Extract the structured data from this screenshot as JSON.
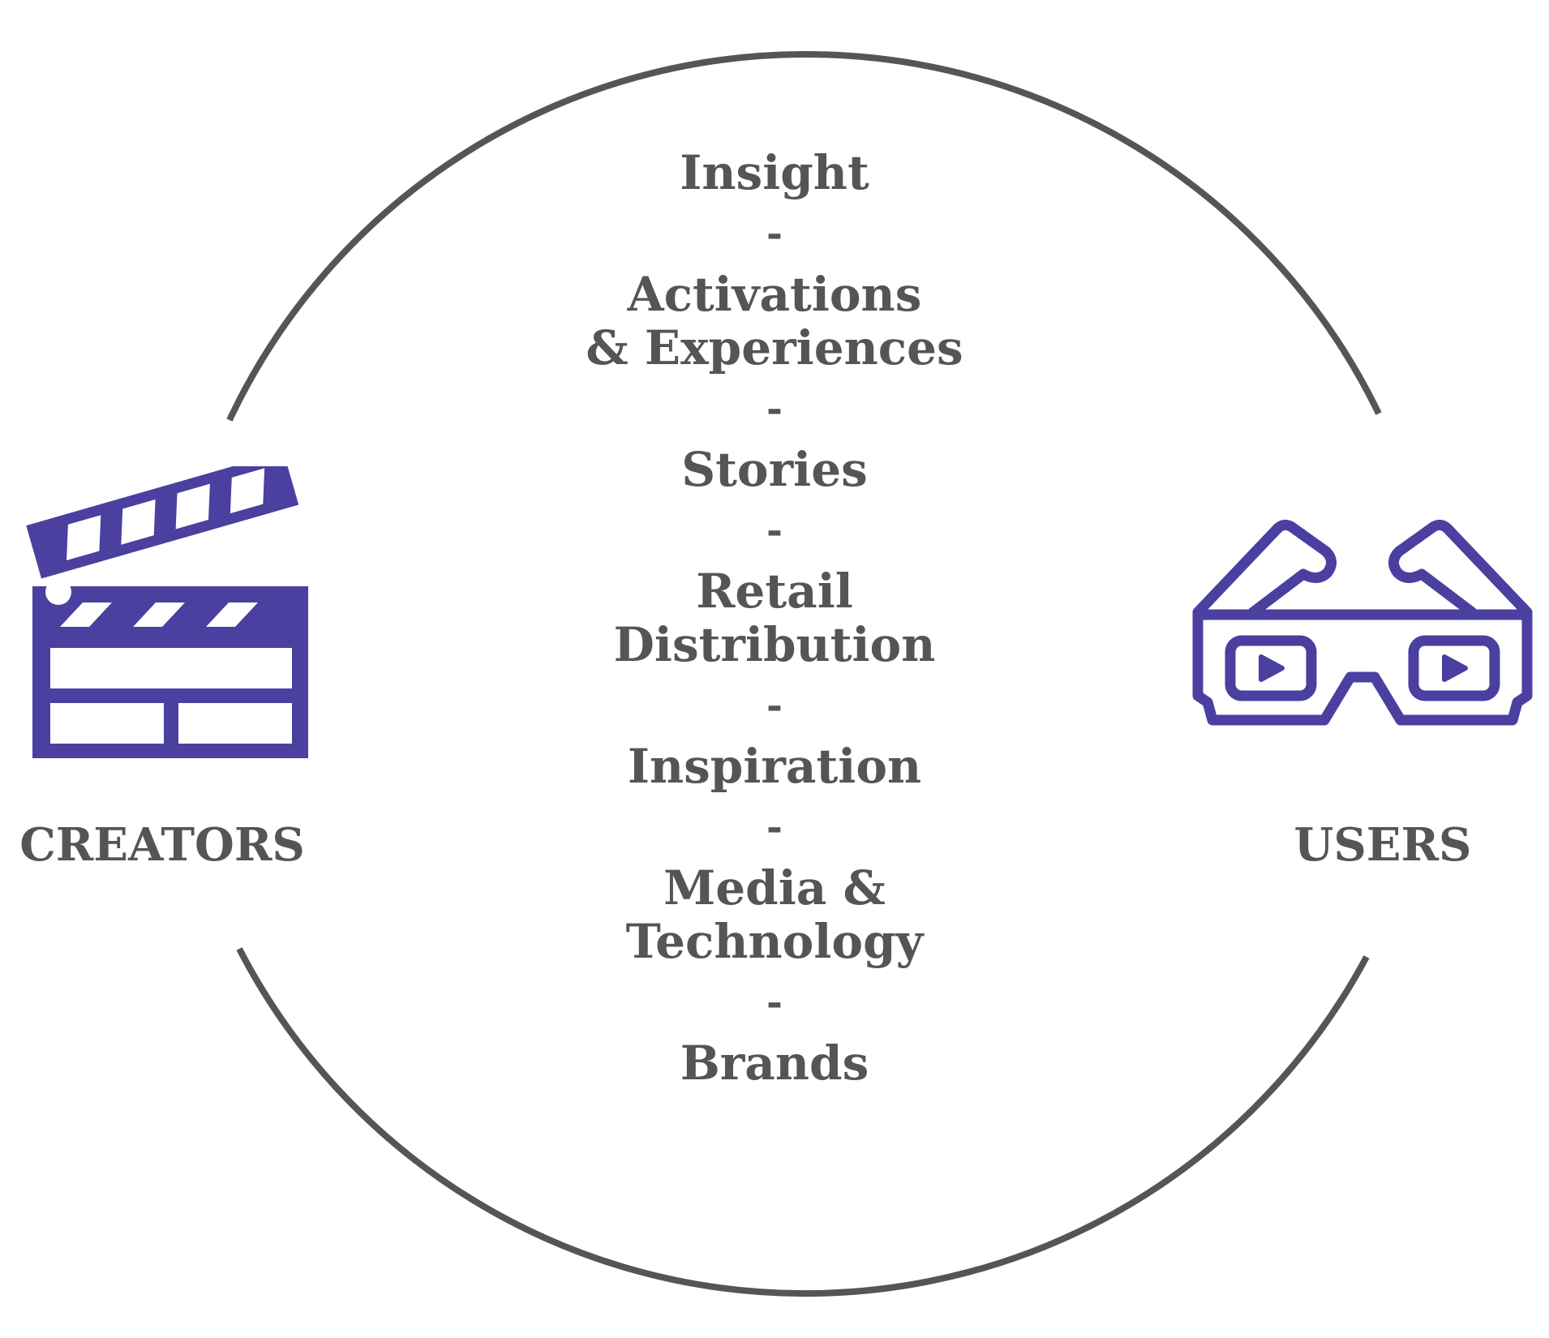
{
  "colors": {
    "accent": "#4b3fa0",
    "text": "#555555",
    "ring": "#555555"
  },
  "left": {
    "label": "CREATORS",
    "icon": "clapperboard-icon"
  },
  "right": {
    "label": "USERS",
    "icon": "3d-glasses-icon"
  },
  "center": {
    "separator": "-",
    "items": [
      {
        "line1": "Insight",
        "line2": ""
      },
      {
        "line1": "Activations",
        "line2": "& Experiences"
      },
      {
        "line1": "Stories",
        "line2": ""
      },
      {
        "line1": "Retail",
        "line2": "Distribution"
      },
      {
        "line1": "Inspiration",
        "line2": ""
      },
      {
        "line1": "Media &",
        "line2": "Technology"
      },
      {
        "line1": "Brands",
        "line2": ""
      }
    ]
  }
}
